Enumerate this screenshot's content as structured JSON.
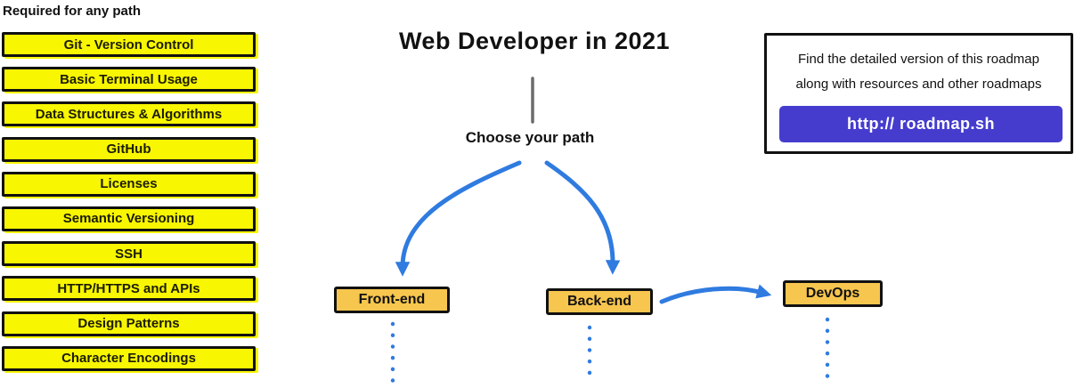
{
  "page": {
    "title": "Web Developer in 2021",
    "subtitle": "Choose your path"
  },
  "left_column": {
    "heading": "Required for any path",
    "items": [
      "Git - Version Control",
      "Basic Terminal Usage",
      "Data Structures & Algorithms",
      "GitHub",
      "Licenses",
      "Semantic Versioning",
      "SSH",
      "HTTP/HTTPS and APIs",
      "Design Patterns",
      "Character Encodings"
    ]
  },
  "path_nodes": [
    {
      "label": "Front-end"
    },
    {
      "label": "Back-end"
    },
    {
      "label": "DevOps"
    }
  ],
  "info_panel": {
    "text_line1": "Find the detailed version of this roadmap",
    "text_line2": "along with resources and other roadmaps",
    "button_label": "http:// roadmap.sh"
  },
  "colors": {
    "highlight_yellow": "#f8f600",
    "node_amber": "#f7c64e",
    "arrow_blue": "#2f7be0",
    "button_purple": "#453cce",
    "connector_gray": "#6b6b6b"
  }
}
